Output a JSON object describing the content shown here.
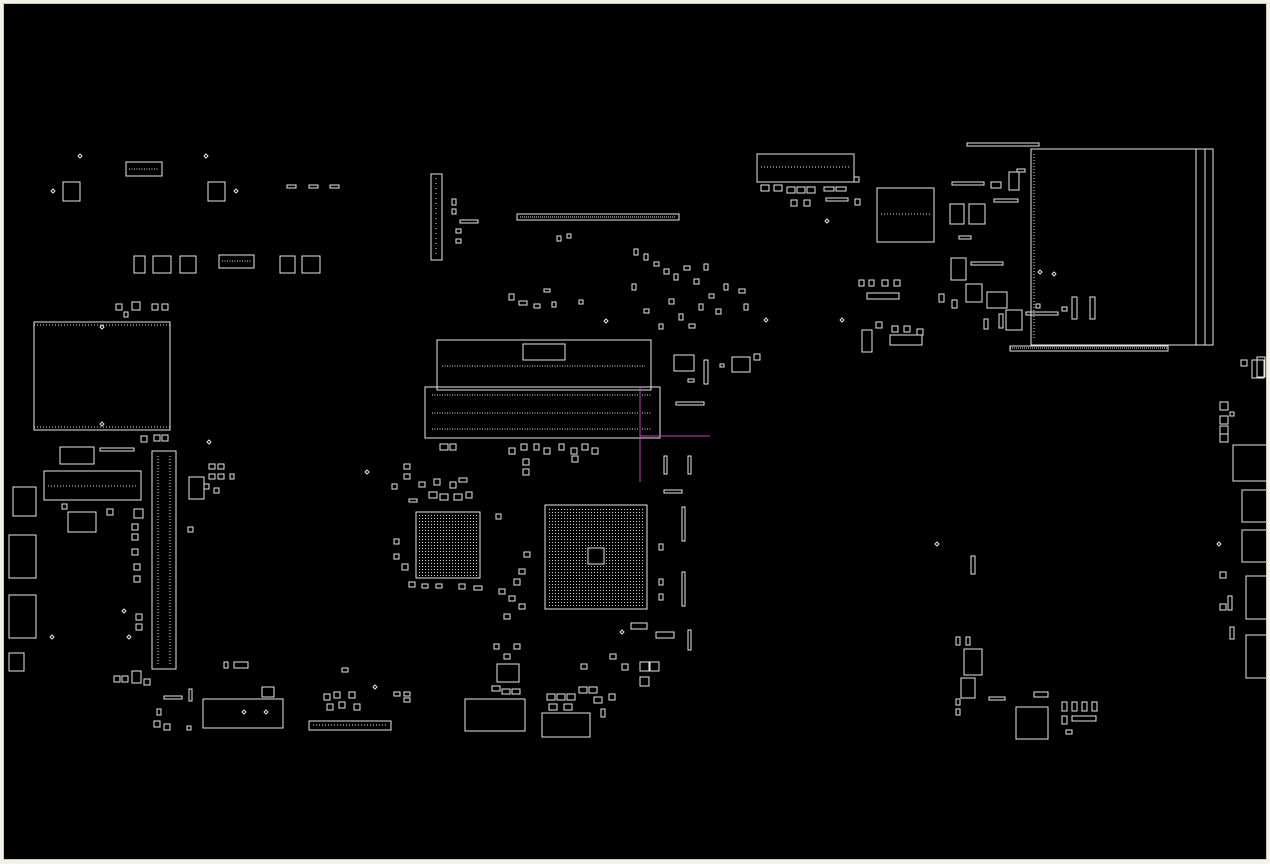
{
  "viewer": {
    "background": "#000000",
    "frame_color": "#f4f1e8",
    "outline_color": "#e6e6e6",
    "crosshair_color": "#c040c0",
    "crosshair_state": "visible"
  },
  "component_groups": [
    {
      "name": "cpu-bga",
      "kind": "bga"
    },
    {
      "name": "pch-bga",
      "kind": "bga"
    },
    {
      "name": "dimm-slot-upper",
      "kind": "connector"
    },
    {
      "name": "dimm-slot-lower",
      "kind": "connector"
    },
    {
      "name": "left-daughter-area",
      "kind": "outline"
    },
    {
      "name": "right-daughter-area",
      "kind": "outline"
    },
    {
      "name": "vertical-edge-connector",
      "kind": "connector"
    }
  ]
}
